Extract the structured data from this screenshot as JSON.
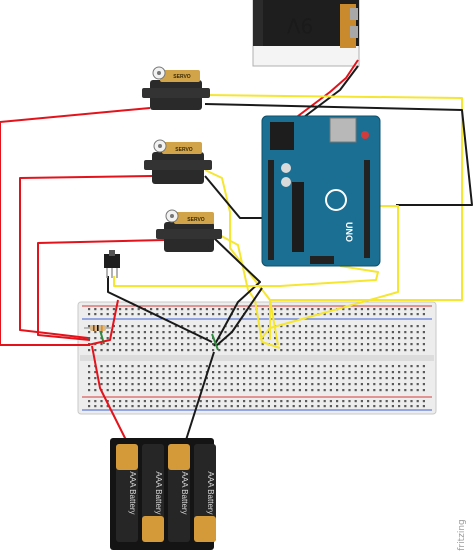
{
  "battery_9v": {
    "label": "9V"
  },
  "servos": [
    {
      "label": "SERVO"
    },
    {
      "label": "SERVO"
    },
    {
      "label": "SERVO"
    }
  ],
  "arduino": {
    "label": "UNO"
  },
  "battery_pack": {
    "cells": [
      {
        "label": "AAA Battery"
      },
      {
        "label": "AAA Battery"
      },
      {
        "label": "AAA Battery"
      },
      {
        "label": "AAA Battery"
      }
    ]
  },
  "watermark": {
    "text": "fritzing"
  },
  "colors": {
    "wire_red": "#e3121b",
    "wire_black": "#1a1a1a",
    "wire_yellow": "#f5e631",
    "wire_green": "#2e8b3d",
    "arduino_board": "#1a6f93",
    "breadboard": "#ececec",
    "battery_gold": "#d49a3a"
  }
}
